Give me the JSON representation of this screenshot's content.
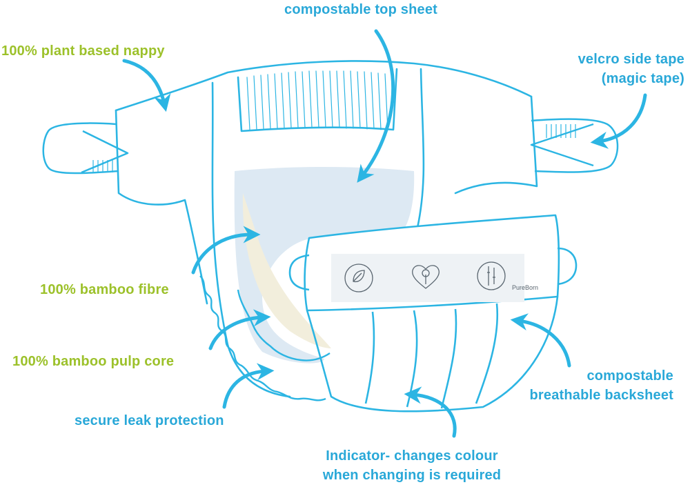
{
  "colors": {
    "outline": "#2cb5e3",
    "label_blue": "#29a8d8",
    "label_green": "#9cc12a",
    "inner_pad": "#dde9f3",
    "core_pad": "#f2eedc",
    "badge_strip": "#eef2f5",
    "badge_ink": "#5a6670"
  },
  "labels": {
    "top_sheet": "compostable top sheet",
    "plant_based": "100% plant based nappy",
    "velcro_line1": "velcro side tape",
    "velcro_line2": "(magic tape)",
    "bamboo_fibre": "100% bamboo fibre",
    "bamboo_pulp": "100% bamboo pulp core",
    "leak": "secure leak protection",
    "backsheet_line1": "compostable",
    "backsheet_line2": "breathable backsheet",
    "indicator_line1": "Indicator- changes colour",
    "indicator_line2": "when changing is required"
  },
  "badges": {
    "brand": "PureBorn",
    "icons": [
      "leaf-badge-icon",
      "heart-tree-badge-icon",
      "bamboo-badge-icon"
    ]
  }
}
